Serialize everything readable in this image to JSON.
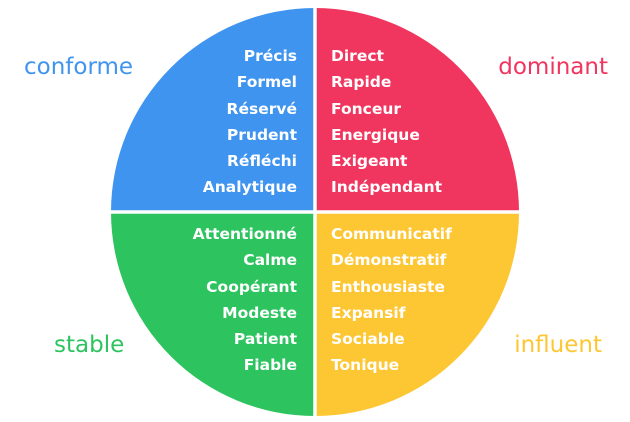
{
  "colors": {
    "blue": "#3f94ef",
    "red": "#f0355f",
    "green": "#2dc460",
    "yellow": "#fdc633",
    "divider": "#ffffff"
  },
  "quadrants": {
    "top_left": {
      "label": "conforme",
      "color": "#3f94ef",
      "traits": [
        "Précis",
        "Formel",
        "Réservé",
        "Prudent",
        "Réfléchi",
        "Analytique"
      ]
    },
    "top_right": {
      "label": "dominant",
      "color": "#f0355f",
      "traits": [
        "Direct",
        "Rapide",
        "Fonceur",
        "Energique",
        "Exigeant",
        "Indépendant"
      ]
    },
    "bottom_left": {
      "label": "stable",
      "color": "#2dc460",
      "traits": [
        "Attentionné",
        "Calme",
        "Coopérant",
        "Modeste",
        "Patient",
        "Fiable"
      ]
    },
    "bottom_right": {
      "label": "influent",
      "color": "#fdc633",
      "traits": [
        "Communicatif",
        "Démonstratif",
        "Enthousiaste",
        "Expansif",
        "Sociable",
        "Tonique"
      ]
    }
  }
}
